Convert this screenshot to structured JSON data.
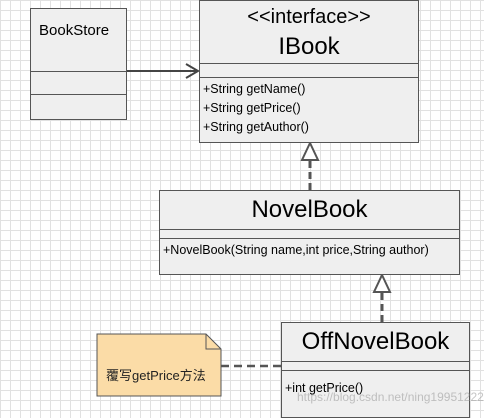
{
  "classes": {
    "bookstore": {
      "name": "BookStore"
    },
    "ibook": {
      "stereotype": "<<interface>>",
      "name": "IBook",
      "methods": [
        "+String getName()",
        "+String getPrice()",
        "+String getAuthor()"
      ]
    },
    "novelbook": {
      "name": "NovelBook",
      "methods": [
        "+NovelBook(String name,int price,String author)"
      ]
    },
    "offnovelbook": {
      "name": "OffNovelBook",
      "methods": [
        "+int getPrice()"
      ]
    }
  },
  "note": {
    "text": "覆写getPrice方法"
  },
  "watermark": {
    "text": "https://blog.csdn.net/ning19951222"
  },
  "colors": {
    "class_fill": "#efefef",
    "note_fill": "#fbdca7",
    "line": "#555555"
  }
}
